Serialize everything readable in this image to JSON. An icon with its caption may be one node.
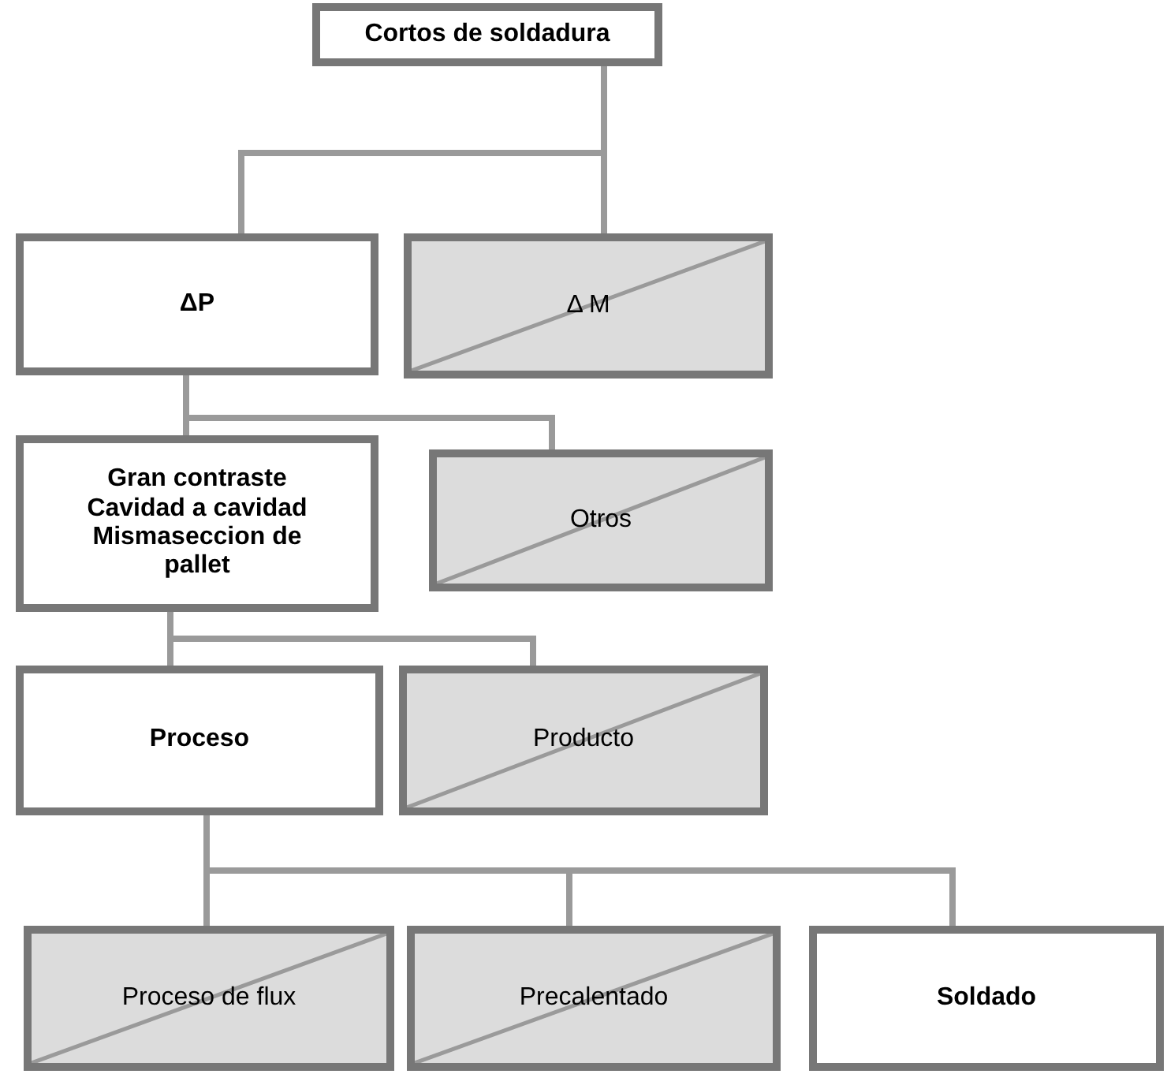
{
  "diagram": {
    "nodes": [
      {
        "text": [
          "Cortos de soldadura"
        ]
      },
      {
        "text": [
          "ΔP"
        ]
      },
      {
        "text": [
          "Δ M"
        ]
      },
      {
        "text": [
          "Gran contraste Cavidad a cavidad Mismaseccion de pallet"
        ]
      },
      {
        "text": [
          "Otros"
        ]
      },
      {
        "text": [
          "Proceso"
        ]
      },
      {
        "text": [
          "Producto"
        ]
      },
      {
        "text": [
          "Proceso de flux"
        ]
      },
      {
        "text": [
          "Precalentado"
        ]
      },
      {
        "text": [
          "Soldado"
        ]
      }
    ],
    "edges": [
      {
        "from": 0,
        "to": 1,
        "arrow": "none"
      },
      {
        "from": 0,
        "to": 2,
        "arrow": "none"
      },
      {
        "from": 1,
        "to": 3,
        "arrow": "none"
      },
      {
        "from": 1,
        "to": 4,
        "arrow": "none"
      },
      {
        "from": 3,
        "to": 5,
        "arrow": "none"
      },
      {
        "from": 3,
        "to": 6,
        "arrow": "none"
      },
      {
        "from": 5,
        "to": 7,
        "arrow": "none"
      },
      {
        "from": 5,
        "to": 8,
        "arrow": "none"
      },
      {
        "from": 5,
        "to": 9,
        "arrow": "none"
      }
    ]
  }
}
